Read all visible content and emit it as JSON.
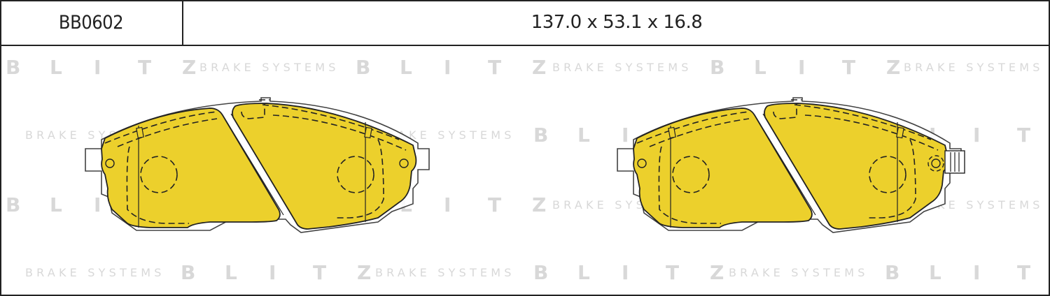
{
  "header": {
    "part_number": "BB0602",
    "dimensions": "137.0 x 53.1 x 16.8"
  },
  "watermark": {
    "brand_letters": [
      "B",
      "L",
      "I",
      "T",
      "Z"
    ],
    "tagline": "BRAKE SYSTEMS",
    "color": "#d8d8d8"
  },
  "drawing": {
    "pad_fill_color": "#ecd02c",
    "outline_color": "#222222",
    "pad_count": 2
  }
}
